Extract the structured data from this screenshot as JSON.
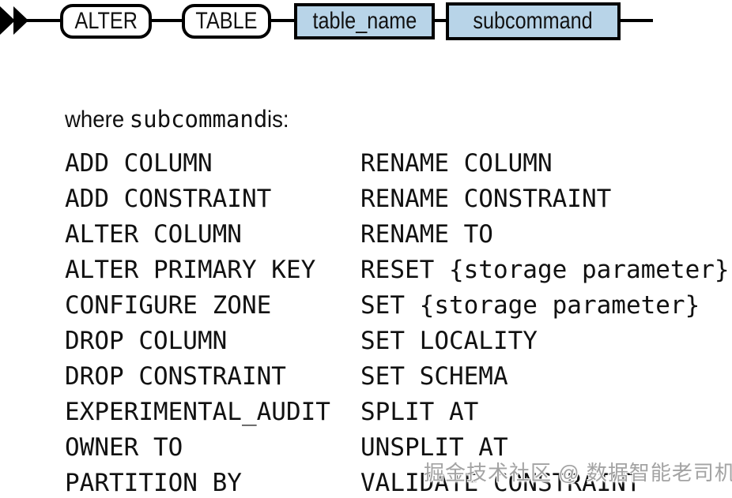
{
  "diagram": {
    "start_marker": "double-right-arrow",
    "keywords": [
      {
        "label": "ALTER"
      },
      {
        "label": "TABLE"
      }
    ],
    "variables": [
      {
        "label": "table_name"
      },
      {
        "label": "subcommand"
      }
    ],
    "colors": {
      "variable_fill": "#b8d4e8",
      "rail": "#000000"
    }
  },
  "intro": {
    "prefix": "where ",
    "code": "subcommand",
    "suffix": " is:"
  },
  "subcommands": {
    "left": [
      "ADD COLUMN",
      "ADD CONSTRAINT",
      "ALTER COLUMN",
      "ALTER PRIMARY KEY",
      "CONFIGURE ZONE",
      "DROP COLUMN",
      "DROP CONSTRAINT",
      "EXPERIMENTAL_AUDIT",
      "OWNER TO",
      "PARTITION BY"
    ],
    "right": [
      "RENAME COLUMN",
      "RENAME CONSTRAINT",
      "RENAME TO",
      "RESET {storage parameter}",
      "SET {storage parameter}",
      "SET LOCALITY",
      "SET SCHEMA",
      "SPLIT AT",
      "UNSPLIT AT",
      "VALIDATE CONSTRAINT"
    ]
  },
  "watermark": {
    "text": "掘金技术社区 @ 数据智能老司机",
    "color": "#a3a3a3"
  }
}
